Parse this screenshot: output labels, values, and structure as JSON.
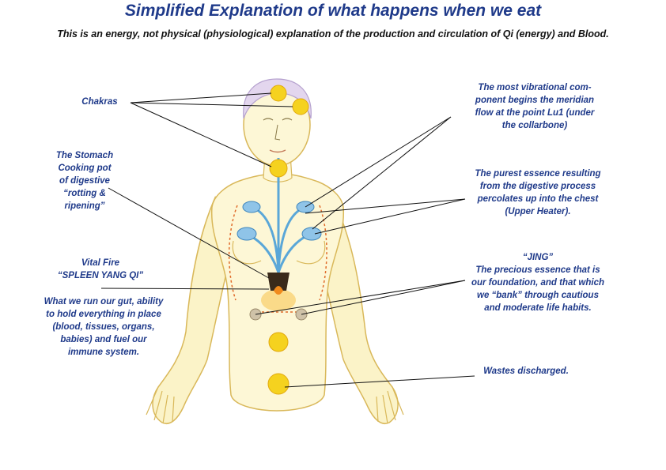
{
  "header": {
    "title": "Simplified Explanation of what happens when we eat",
    "subtitle": "This is an energy, not physical (physiological) explanation of the production and circulation of Qi (energy) and Blood."
  },
  "labels": {
    "chakras": "Chakras",
    "stomach": "The Stomach\nCooking pot\nof digestive\n“rotting &\nripening”",
    "vital_fire": "Vital Fire\n“SPLEEN YANG QI”",
    "gut": "What we run our gut, ability\nto hold everything in place\n(blood, tissues, organs,\nbabies) and fuel our\nimmune system.",
    "vibrational": "The most vibrational com-\nponent begins the meridian\nflow at the point Lu1 (under\nthe collarbone)",
    "purest": "The purest essence resulting\nfrom the digestive process\npercolates up into the chest\n(Upper Heater).",
    "jing": "“JING”\nThe precious essence that is\nour foundation, and that which\nwe “bank” through cautious\nand moderate life habits.",
    "wastes": "Wastes discharged."
  },
  "colors": {
    "text_blue": "#1f3a8a",
    "skin": "#fbf3c8",
    "outline": "#d9b85a",
    "chakra": "#f5d21f",
    "flow": "#5aa7d8",
    "fire": "#f08a1c"
  }
}
